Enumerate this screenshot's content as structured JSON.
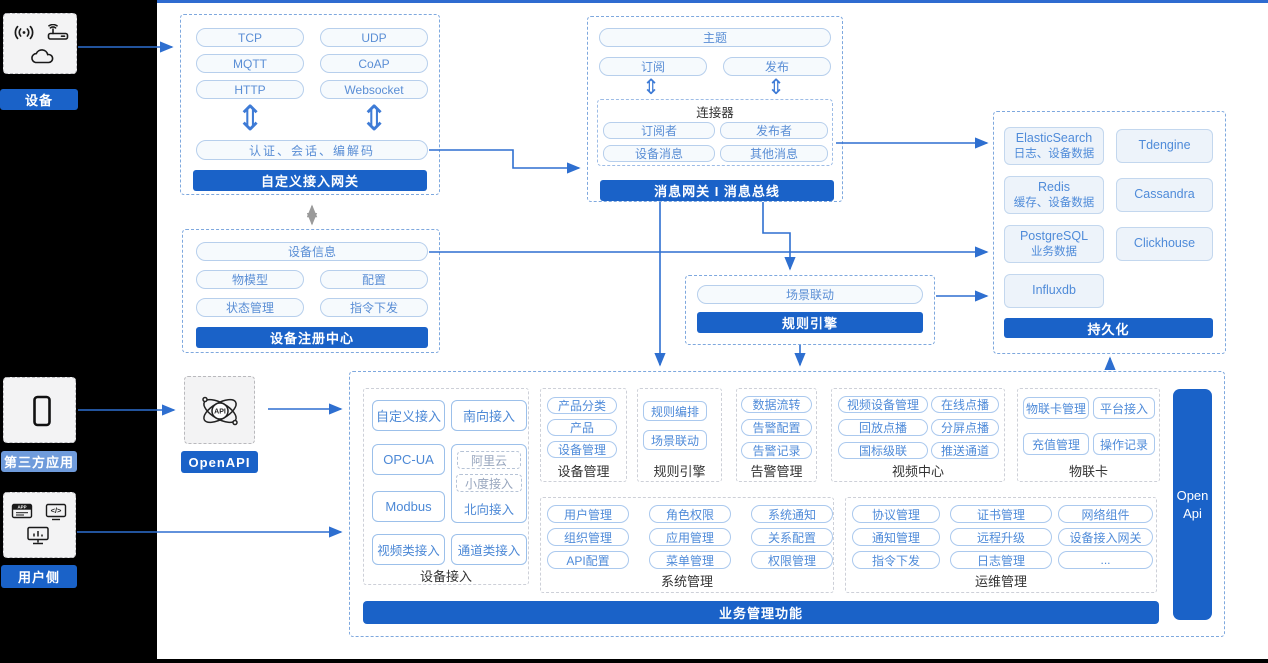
{
  "icons": {
    "updown": "⇕",
    "app_text": "APP",
    "code_text": "</>",
    "api_text": "API"
  },
  "rail": {
    "device": {
      "label": "设备"
    },
    "third_party": {
      "label": "第三方应用"
    },
    "user_side": {
      "label": "用户侧"
    }
  },
  "open_api": {
    "label": "OpenAPI"
  },
  "gateway": {
    "title": "自定义接入网关",
    "protocols": [
      "TCP",
      "UDP",
      "MQTT",
      "CoAP",
      "HTTP",
      "Websocket"
    ],
    "auth_bar": "认证、会话、编解码"
  },
  "bus": {
    "title": "消息网关 I 消息总线",
    "topic": "主题",
    "subscribe": "订阅",
    "publish": "发布",
    "connector": {
      "title": "连接器",
      "items": [
        "订阅者",
        "发布者",
        "设备消息",
        "其他消息"
      ]
    }
  },
  "persistence": {
    "title": "持久化",
    "stores": [
      {
        "name": "ElasticSearch",
        "desc": "日志、设备数据"
      },
      {
        "name": "Tdengine"
      },
      {
        "name": "Redis",
        "desc": "缓存、设备数据"
      },
      {
        "name": "Cassandra"
      },
      {
        "name": "PostgreSQL",
        "desc": "业务数据"
      },
      {
        "name": "Clickhouse"
      },
      {
        "name": "Influxdb"
      }
    ]
  },
  "registry": {
    "title": "设备注册中心",
    "device_info": "设备信息",
    "items": [
      "物模型",
      "配置",
      "状态管理",
      "指令下发"
    ]
  },
  "rule_engine": {
    "title": "规则引擎",
    "item": "场景联动"
  },
  "business": {
    "footer": "业务管理功能",
    "open_api_bar": {
      "line1": "Open",
      "line2": "Api"
    },
    "device_access": {
      "label": "设备接入",
      "items": [
        "自定义接入",
        "南向接入",
        "OPC-UA",
        "Modbus",
        "视频类接入",
        "通道类接入"
      ],
      "cloud_items": [
        "阿里云",
        "小度接入"
      ],
      "north": "北向接入"
    },
    "device_mgmt": {
      "label": "设备管理",
      "items": [
        "产品分类",
        "产品",
        "设备管理"
      ]
    },
    "rule": {
      "label": "规则引擎",
      "items": [
        "规则编排",
        "场景联动"
      ]
    },
    "alarm": {
      "label": "告警管理",
      "items": [
        "数据流转",
        "告警配置",
        "告警记录"
      ]
    },
    "video": {
      "label": "视频中心",
      "items": [
        "视频设备管理",
        "在线点播",
        "回放点播",
        "分屏点播",
        "国标级联",
        "推送通道"
      ]
    },
    "iot_card": {
      "label": "物联卡",
      "items": [
        "物联卡管理",
        "平台接入",
        "充值管理",
        "操作记录"
      ]
    },
    "system": {
      "label": "系统管理",
      "items": [
        "用户管理",
        "角色权限",
        "系统通知",
        "组织管理",
        "应用管理",
        "关系配置",
        "API配置",
        "菜单管理",
        "权限管理"
      ]
    },
    "ops": {
      "label": "运维管理",
      "items": [
        "协议管理",
        "证书管理",
        "网络组件",
        "通知管理",
        "远程升级",
        "设备接入网关",
        "指令下发",
        "日志管理",
        "..."
      ]
    }
  }
}
